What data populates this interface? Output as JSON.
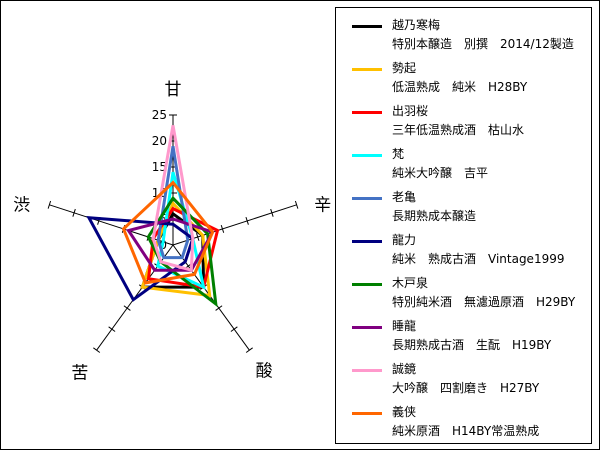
{
  "chart_data": {
    "type": "radar",
    "axes": [
      "甘",
      "辛",
      "酸",
      "苦",
      "渋"
    ],
    "radial_ticks": [
      "0",
      "5",
      "10",
      "15",
      "20",
      "25"
    ],
    "rmax": 25,
    "legend_position": "right",
    "series": [
      {
        "name": "越乃寒梅",
        "description": "特別本醸造　別撰　2014/12製造",
        "color": "#000000",
        "values": [
          6,
          6,
          10,
          10,
          3
        ]
      },
      {
        "name": "勢起",
        "description": "低温熟成　純米　H28BY",
        "color": "#ffc000",
        "values": [
          8,
          6,
          12,
          10,
          3
        ]
      },
      {
        "name": "出羽桜",
        "description": "三年低温熟成酒　枯山水",
        "color": "#ff0000",
        "values": [
          7,
          9,
          10,
          8,
          4
        ]
      },
      {
        "name": "梵",
        "description": "純米大吟醸　吉平",
        "color": "#00ffff",
        "values": [
          14,
          4,
          10,
          5,
          2
        ]
      },
      {
        "name": "老亀",
        "description": "長期熟成本醸造",
        "color": "#4472c4",
        "values": [
          19,
          3,
          3,
          3,
          3
        ]
      },
      {
        "name": "龍力",
        "description": "純米　熟成古酒　Vintage1999",
        "color": "#000080",
        "values": [
          4,
          4,
          4,
          13,
          17
        ]
      },
      {
        "name": "木戸泉",
        "description": "特別純米酒　無濾過原酒　H29BY",
        "color": "#008000",
        "values": [
          9,
          7,
          14,
          4,
          5
        ]
      },
      {
        "name": "睡龍",
        "description": "長期熟成古酒　生酛　H19BY",
        "color": "#800080",
        "values": [
          5,
          8,
          6,
          6,
          9
        ]
      },
      {
        "name": "誠鏡",
        "description": "大吟醸　四割磨き　H27BY",
        "color": "#ff99cc",
        "values": [
          23,
          4,
          6,
          4,
          4
        ]
      },
      {
        "name": "義侠",
        "description": "純米原酒　H14BY常温熟成",
        "color": "#ff6600",
        "values": [
          12,
          8,
          7,
          9,
          10
        ]
      }
    ]
  }
}
